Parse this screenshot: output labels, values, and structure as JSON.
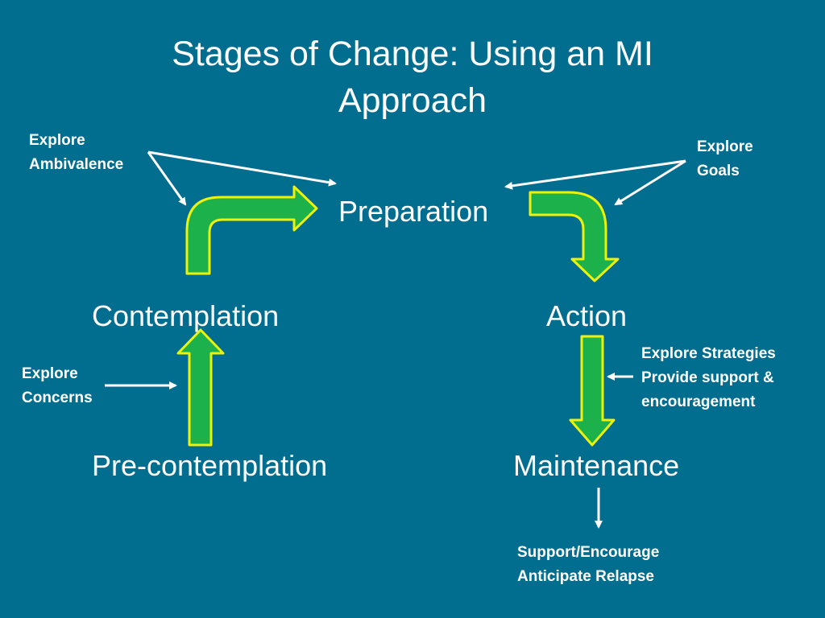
{
  "title": {
    "line1": "Stages of Change:  Using an MI",
    "line2": "Approach"
  },
  "stages": {
    "preparation": "Preparation",
    "contemplation": "Contemplation",
    "action": "Action",
    "precontemplation": "Pre-contemplation",
    "maintenance": "Maintenance"
  },
  "notes": {
    "explore_ambivalence": [
      "Explore",
      "Ambivalence"
    ],
    "explore_goals": [
      "Explore",
      "Goals"
    ],
    "explore_concerns": [
      "Explore",
      "Concerns"
    ],
    "explore_strategies": [
      "Explore Strategies",
      "Provide support &",
      "encouragement"
    ],
    "support": [
      "Support/Encourage",
      "Anticipate Relapse"
    ]
  },
  "colors": {
    "background": "#026e8f",
    "arrow_fill": "#1db14b",
    "arrow_stroke": "#ecf20a",
    "text": "#ffffff"
  }
}
